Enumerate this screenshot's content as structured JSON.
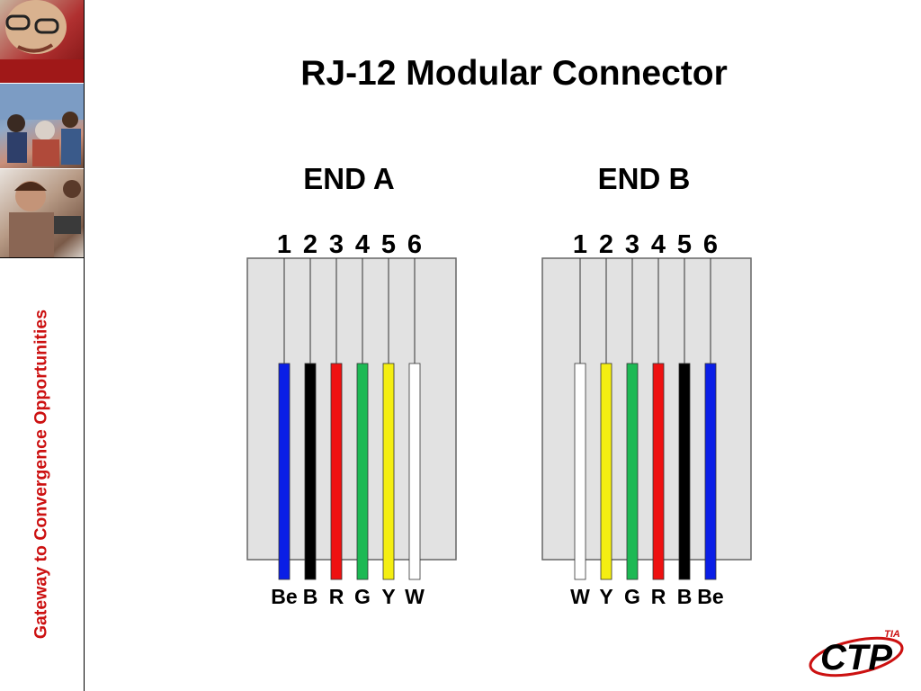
{
  "slide": {
    "title": "RJ-12 Modular Connector",
    "tagline": "Gateway to Convergence Opportunities"
  },
  "logo": {
    "text": "CTP",
    "superscript": "TIA",
    "color": "#cc1111"
  },
  "connectors": [
    {
      "label": "END A",
      "pins": [
        {
          "number": "1",
          "code": "Be",
          "color": "#0a1ee6"
        },
        {
          "number": "2",
          "code": "B",
          "color": "#000000"
        },
        {
          "number": "3",
          "code": "R",
          "color": "#ee1111"
        },
        {
          "number": "4",
          "code": "G",
          "color": "#1db954"
        },
        {
          "number": "5",
          "code": "Y",
          "color": "#f4ee12"
        },
        {
          "number": "6",
          "code": "W",
          "color": "#ffffff"
        }
      ]
    },
    {
      "label": "END B",
      "pins": [
        {
          "number": "1",
          "code": "W",
          "color": "#ffffff"
        },
        {
          "number": "2",
          "code": "Y",
          "color": "#f4ee12"
        },
        {
          "number": "3",
          "code": "G",
          "color": "#1db954"
        },
        {
          "number": "4",
          "code": "R",
          "color": "#ee1111"
        },
        {
          "number": "5",
          "code": "B",
          "color": "#000000"
        },
        {
          "number": "6",
          "code": "Be",
          "color": "#0a1ee6"
        }
      ]
    }
  ],
  "colors": {
    "connector_body": "#e2e2e2",
    "connector_border": "#666666",
    "wire_line": "#333333"
  }
}
